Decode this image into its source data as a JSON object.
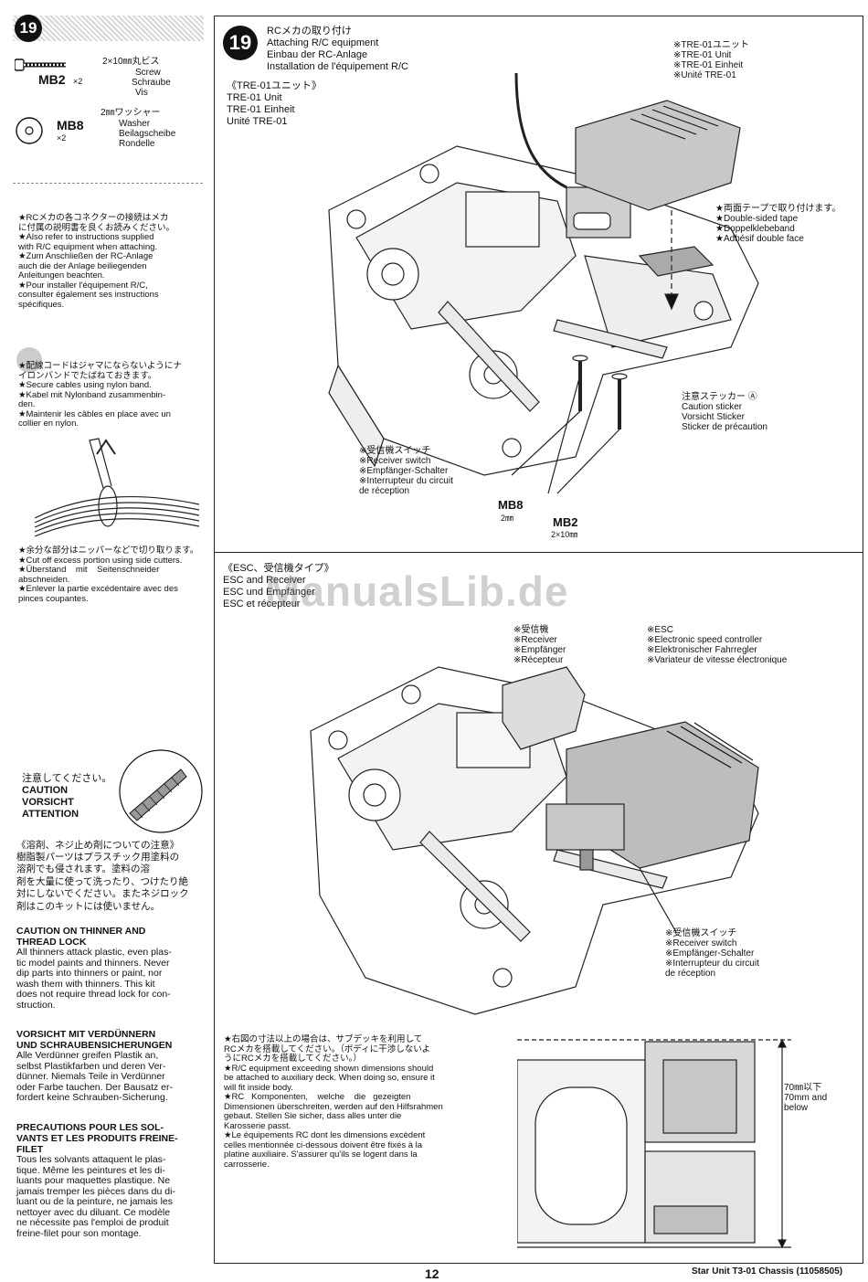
{
  "sidebar": {
    "step_number": "19",
    "screw": {
      "code": "MB2",
      "qty": "×2",
      "size_jp": "2×10㎜丸ビス",
      "en": "Screw",
      "de": "Schraube",
      "fr": "Vis"
    },
    "washer": {
      "code": "MB8",
      "qty": "×2",
      "size_jp": "2㎜ワッシャー",
      "en": "Washer",
      "de": "Beilagscheibe",
      "fr": "Rondelle"
    },
    "note_rc": [
      "★RCメカの各コネクターの接続はメカ",
      "に付属の説明書を良くお読みください。",
      "★Also refer to instructions supplied",
      "with R/C equipment when attaching.",
      "★Zum Anschließen der RC-Anlage",
      "auch die der Anlage beiliegenden",
      "Anleitungen beachten.",
      "★Pour installer l'équipement R/C,",
      "consulter également ses instructions",
      "spécifiques."
    ],
    "note_cables": [
      "★配線コードはジャマにならないようにナ",
      "イロンバンドでたばねておきます。",
      "★Secure cables using nylon band.",
      "★Kabel mit Nylonband zusammenbin-",
      "den.",
      "★Maintenir les câbles en place avec un",
      "collier en nylon."
    ],
    "note_cut": [
      "★余分な部分はニッパーなどで切り取ります。",
      "★Cut off excess portion using side cutters.",
      "★Überstand    mit    Seitenschneider",
      "abschneiden.",
      "★Enlever la partie excédentaire avec des",
      "pinces coupantes."
    ],
    "caution_labels": [
      "注意してください。",
      "CAUTION",
      "VORSICHT",
      "ATTENTION"
    ],
    "caution_jp_title": "《溶剤、ネジ止め剤についての注意》",
    "caution_jp_body": [
      "樹脂製パーツはプラスチック用塗料の",
      "溶剤でも侵されます。塗料の溶",
      "剤を大量に使って洗ったり、つけたり絶",
      "対にしないでください。またネジロック",
      "剤はこのキットには使いません。"
    ],
    "caution_en_title": [
      "CAUTION ON THINNER AND",
      "THREAD LOCK"
    ],
    "caution_en_body": [
      "All thinners attack plastic, even plas-",
      "tic model paints and thinners. Never",
      "dip parts into thinners or paint, nor",
      "wash them with thinners. This kit",
      "does not require thread lock for con-",
      "struction."
    ],
    "caution_de_title": [
      "VORSICHT MIT VERDÜNNERN",
      "UND SCHRAUBENSICHERUNGEN"
    ],
    "caution_de_body": [
      "Alle Verdünner greifen Plastik an,",
      "selbst Plastikfarben und deren Ver-",
      "dünner. Niemals Teile in Verdünner",
      "oder Farbe tauchen. Der Bausatz er-",
      "fordert keine Schrauben-Sicherung."
    ],
    "caution_fr_title": [
      "PRECAUTIONS POUR LES SOL-",
      "VANTS ET LES PRODUITS FREINE-",
      "FILET"
    ],
    "caution_fr_body": [
      "Tous les solvants attaquent le plas-",
      "tique. Même les peintures et les di-",
      "luants pour maquettes plastique. Ne",
      "jamais tremper les pièces dans du di-",
      "luant ou de la peinture, ne jamais les",
      "nettoyer avec du diluant. Ce modèle",
      "ne nécessite pas l'emploi de produit",
      "freine-filet pour son montage."
    ]
  },
  "main": {
    "step_number": "19",
    "step_titles": [
      "RCメカの取り付け",
      "Attaching R/C equipment",
      "Einbau der RC-Anlage",
      "Installation de l'équipement R/C"
    ],
    "tre_heading": [
      "《TRE-01ユニット》",
      "TRE-01 Unit",
      "TRE-01 Einheit",
      "Unité TRE-01"
    ],
    "tre_callout": [
      "※TRE-01ユニット",
      "※TRE-01 Unit",
      "※TRE-01 Einheit",
      "※Unité TRE-01"
    ],
    "tape_callout": [
      "★両面テープで取り付けます。",
      "★Double-sided tape",
      "★Doppelklebeband",
      "★Adhésif double face"
    ],
    "sticker_callout": [
      "注意ステッカー Ⓐ",
      "Caution sticker",
      "Vorsicht Sticker",
      "Sticker de précaution"
    ],
    "switch_callout_1": [
      "※受信機スイッチ",
      "※Receiver switch",
      "※Empfänger-Schalter",
      "※Interrupteur du circuit",
      "de réception"
    ],
    "mb8_label": "MB8",
    "mb8_size": "2㎜",
    "mb2_label": "MB2",
    "mb2_size": "2×10㎜",
    "esc_heading": [
      "《ESC、受信機タイプ》",
      "ESC and Receiver",
      "ESC und Empfänger",
      "ESC et récepteur"
    ],
    "receiver_callout": [
      "※受信機",
      "※Receiver",
      "※Empfänger",
      "※Récepteur"
    ],
    "esc_callout": [
      "※ESC",
      "※Electronic speed controller",
      "※Elektronischer Fahrregler",
      "※Variateur de vitesse électronique"
    ],
    "switch_callout_2": [
      "※受信機スイッチ",
      "※Receiver switch",
      "※Empfänger-Schalter",
      "※Interrupteur du circuit",
      "de réception"
    ],
    "dimension_note": [
      "★右図の寸法以上の場合は、サブデッキを利用して",
      "RCメカを搭載してください。（ボディに干渉しないよ",
      "うにRCメカを搭載してください。）",
      "★R/C equipment exceeding shown dimensions should",
      "be attached to auxiliary deck. When doing so, ensure it",
      "will fit inside body.",
      "★RC   Komponenten,    welche    die   gezeigten",
      "Dimensionen überschreiten, werden auf den Hilfsrahmen",
      "gebaut. Stellen Sie sicher, dass alles unter die",
      "Karosserie passt.",
      "★Le équipements RC dont les dimensions excèdent",
      "celles mentionnée ci-dessous doivent être fixés à la",
      "platine auxiliaire. S'assurer qu'ils se logent dans la",
      "carrosserie."
    ],
    "height_label": [
      "70㎜以下",
      "70mm and",
      "below"
    ]
  },
  "watermark": "ManualsLib.de",
  "footer": {
    "page_number": "12",
    "title": "Star Unit T3-01 Chassis (11058505)"
  }
}
